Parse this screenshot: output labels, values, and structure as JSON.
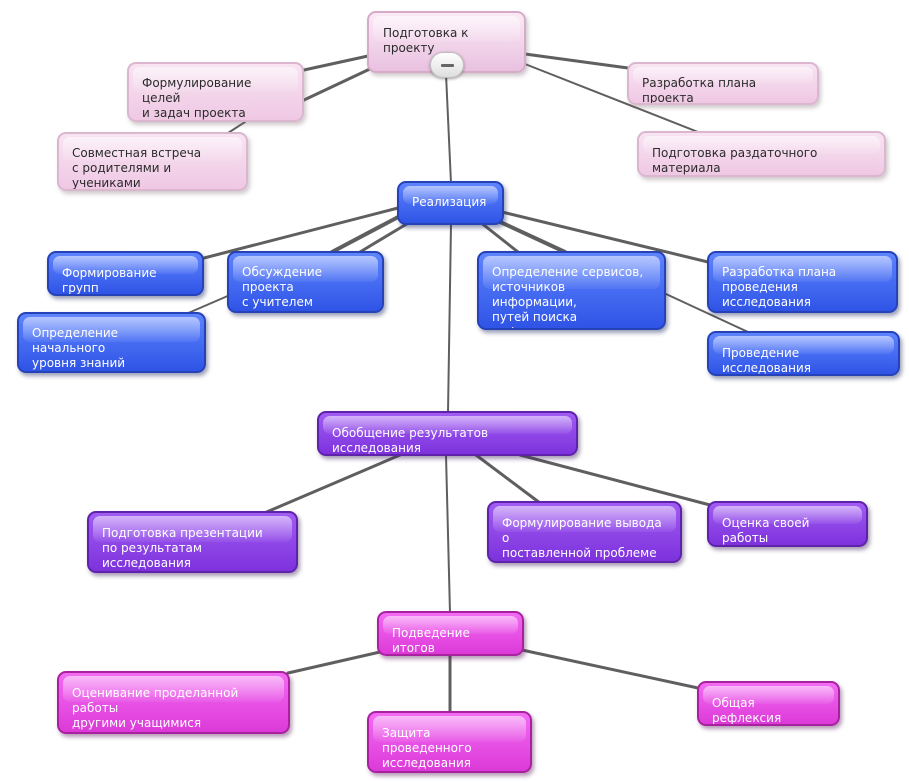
{
  "nodes": {
    "root": "Подготовка к проекту",
    "goals": "Формулирование целей\nи задач проекта",
    "meeting": "Совместная встреча\nс родителями и учениками",
    "plan": "Разработка плана проекта",
    "handout": "Подготовка раздаточного материала",
    "realization": "Реализация",
    "groups": "Формирование групп",
    "discussion": "Обсуждение проекта\nс учителем",
    "initial_level": "Определение начального\nуровня знаний",
    "services": "Определение сервисов,\nисточников информации,\nпутей поиска информации",
    "research_plan": "Разработка плана\nпроведения исследования",
    "research": "Проведение исследования",
    "summary": "Обобщение результатов исследования",
    "presentation": "Подготовка презентации\nпо результатам исследования",
    "conclusion": "Формулирование вывода о\nпоставленной проблеме",
    "self_eval": "Оценка своей работы",
    "results": "Подведение итогов",
    "peer_eval": "Оценивание проделанной работы\nдругими учащимися",
    "defense": "Защита проведенного\nисследования",
    "reflection": "Общая рефлексия"
  },
  "colors": {
    "stage1": "#efc8e4",
    "stage2": "#2f54e6",
    "stage3": "#7d32dc",
    "stage4": "#dc3ad8",
    "connector": "#5f5f5f"
  }
}
